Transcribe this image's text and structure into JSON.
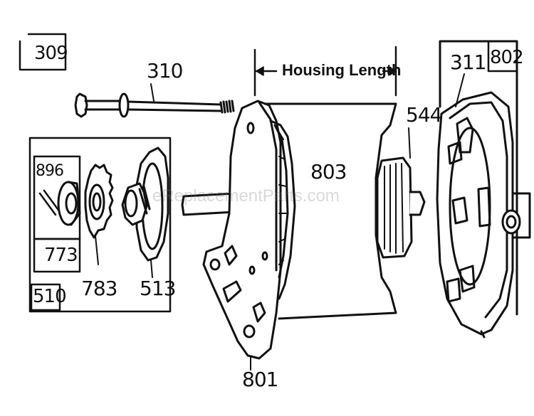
{
  "labels": {
    "p309": "309",
    "p310": "310",
    "p311": "311",
    "p510": "510",
    "p513": "513",
    "p544": "544",
    "p773": "773",
    "p783": "783",
    "p801": "801",
    "p802": "802",
    "p803": "803",
    "p896": "896"
  },
  "dimension": {
    "housing_length": "Housing Length"
  },
  "watermark": "eReplacementParts.com"
}
